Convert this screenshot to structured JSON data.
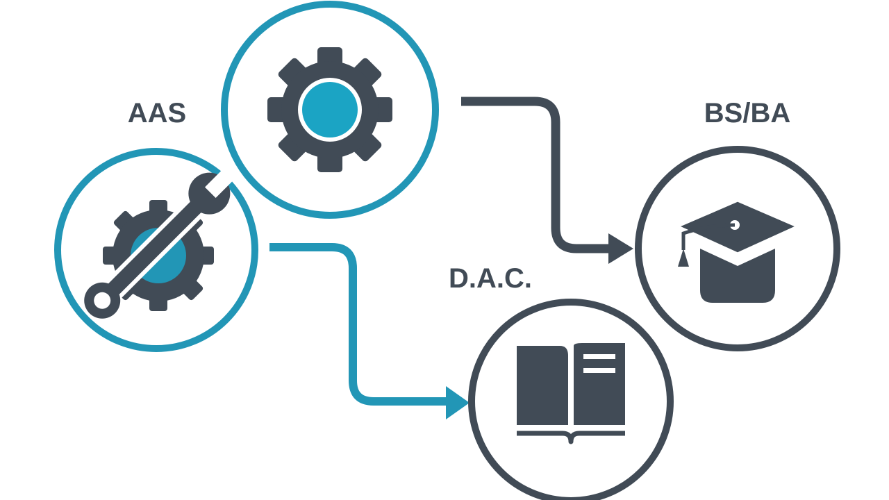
{
  "diagram": {
    "nodes": [
      {
        "id": "aas",
        "label": "AAS",
        "icon": "wrench-gear-icon",
        "ring_color": "#2296b6"
      },
      {
        "id": "gear",
        "label": "",
        "icon": "gear-icon",
        "ring_color": "#2296b6"
      },
      {
        "id": "bsba",
        "label": "BS/BA",
        "icon": "graduation-cap-icon",
        "ring_color": "#414b56"
      },
      {
        "id": "dac",
        "label": "D.A.C.",
        "icon": "open-book-icon",
        "ring_color": "#414b56"
      }
    ],
    "edges": [
      {
        "from": "gear",
        "to": "bsba",
        "color": "#414b56"
      },
      {
        "from": "aas",
        "to": "dac",
        "color": "#2296b6"
      }
    ]
  },
  "colors": {
    "teal": "#2296b6",
    "slate": "#414b56",
    "background": "#ffffff"
  }
}
